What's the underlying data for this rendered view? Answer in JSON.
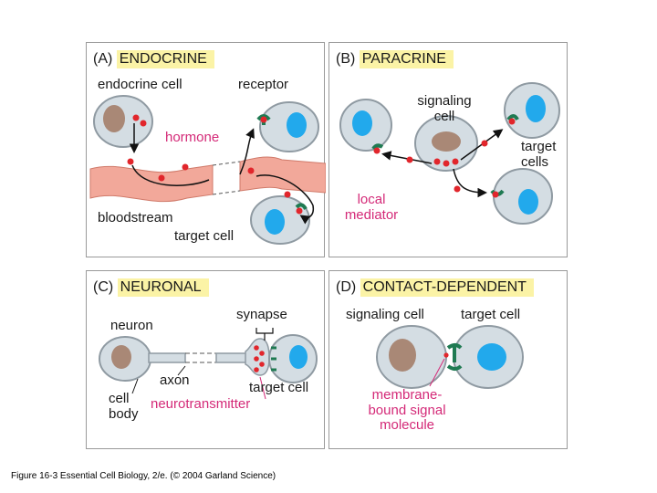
{
  "colors": {
    "cell_fill": "#d4dde3",
    "cell_stroke": "#8f9aa2",
    "nucleus_brown": "#a98876",
    "nucleus_blue": "#22a9ec",
    "dot_red": "#e1262c",
    "receptor_green": "#1f7a52",
    "bloodstream": "#f2a89a",
    "pink_label": "#d42a78",
    "tag_highlight": "#fbf3a6"
  },
  "panels": {
    "endocrine": {
      "letter": "(A)",
      "title": "ENDOCRINE",
      "endocrine_cell": "endocrine cell",
      "receptor": "receptor",
      "hormone": "hormone",
      "bloodstream": "bloodstream",
      "target_cell": "target cell"
    },
    "paracrine": {
      "letter": "(B)",
      "title": "PARACRINE",
      "signaling_cell_l1": "signaling",
      "signaling_cell_l2": "cell",
      "target_cells_l1": "target",
      "target_cells_l2": "cells",
      "local_mediator_l1": "local",
      "local_mediator_l2": "mediator"
    },
    "neuronal": {
      "letter": "(C)",
      "title": "NEURONAL",
      "neuron": "neuron",
      "synapse": "synapse",
      "axon": "axon",
      "cell_body_l1": "cell",
      "cell_body_l2": "body",
      "target_cell": "target cell",
      "neurotransmitter": "neurotransmitter"
    },
    "contact_dependent": {
      "letter": "(D)",
      "title": "CONTACT-DEPENDENT",
      "signaling_cell": "signaling cell",
      "target_cell": "target cell",
      "membrane_l1": "membrane-",
      "membrane_l2": "bound signal",
      "membrane_l3": "molecule"
    }
  },
  "caption": "Figure 16-3  Essential Cell Biology, 2/e. (© 2004 Garland Science)"
}
